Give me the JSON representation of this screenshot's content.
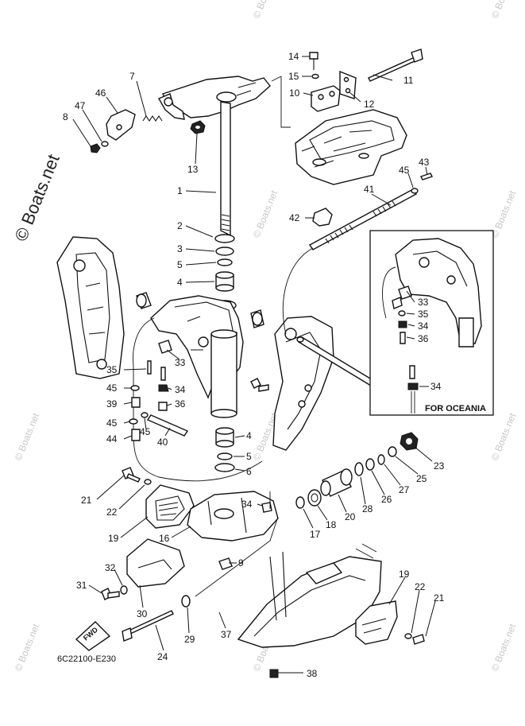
{
  "watermark": {
    "main": "© Boats.net",
    "repeat": "© Boats.net"
  },
  "diagram_code": "6C22100-E230",
  "inset_label": "FOR OCEANIA",
  "fwd_label": "FWD",
  "callouts": {
    "c1": "1",
    "c2": "2",
    "c3": "3",
    "c4a": "4",
    "c4b": "4",
    "c5a": "5",
    "c5b": "5",
    "c6": "6",
    "c7": "7",
    "c8": "8",
    "c9": "9",
    "c10": "10",
    "c11": "11",
    "c12": "12",
    "c13": "13",
    "c14": "14",
    "c15": "15",
    "c16": "16",
    "c17": "17",
    "c18": "18",
    "c19a": "19",
    "c19b": "19",
    "c20": "20",
    "c21a": "21",
    "c21b": "21",
    "c22a": "22",
    "c22b": "22",
    "c23": "23",
    "c24": "24",
    "c25": "25",
    "c26": "26",
    "c27": "27",
    "c28": "28",
    "c29": "29",
    "c30": "30",
    "c31": "31",
    "c32": "32",
    "c33a": "33",
    "c33b": "33",
    "c34a": "34",
    "c34b": "34",
    "c34c": "34",
    "c34d": "34",
    "c35a": "35",
    "c35b": "35",
    "c36a": "36",
    "c36b": "36",
    "c37": "37",
    "c38": "38",
    "c39": "39",
    "c40": "40",
    "c41": "41",
    "c42": "42",
    "c43": "43",
    "c44": "44",
    "c45a": "45",
    "c45b": "45",
    "c45c": "45",
    "c45d": "45",
    "c46": "46",
    "c47": "47"
  }
}
